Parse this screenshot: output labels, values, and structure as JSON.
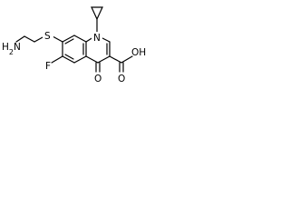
{
  "molecule": {
    "atoms": {
      "amine": "H2N",
      "sulfur": "S",
      "fluorine": "F",
      "ring_nitrogen": "N",
      "ketone_oxygen": "O",
      "acid_oxygen": "O",
      "hydroxyl": "OH"
    },
    "colors": {
      "bonds": "#000000",
      "labels": "#000000",
      "background": "#ffffff"
    }
  }
}
